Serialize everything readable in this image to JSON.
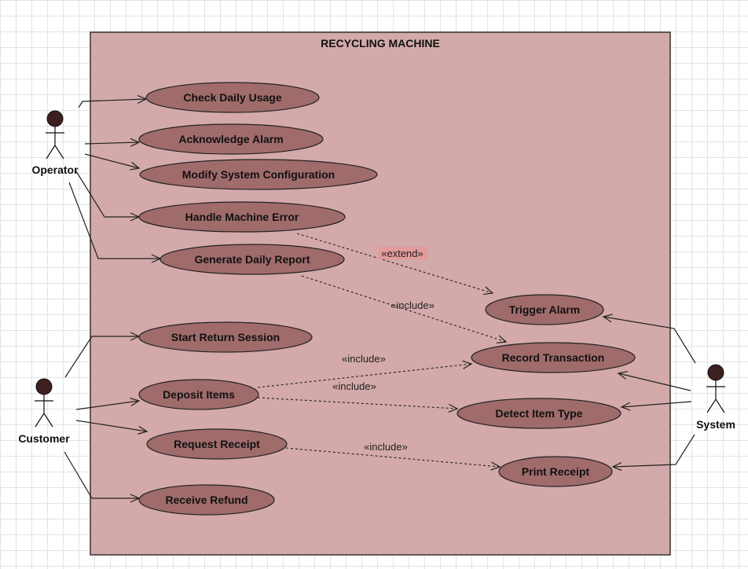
{
  "system": {
    "title": "RECYCLING MACHINE"
  },
  "colors": {
    "boundary_fill": "#d4a9a9",
    "boundary_stroke": "#333333",
    "usecase_fill": "#a06b6b",
    "actor_head": "#3d1f1f",
    "extend_highlight": "#e39b9b"
  },
  "actors": {
    "operator": "Operator",
    "customer": "Customer",
    "system": "System"
  },
  "use_cases": {
    "check_daily_usage": "Check Daily Usage",
    "acknowledge_alarm": "Acknowledge Alarm",
    "modify_system_configuration": "Modify System Configuration",
    "handle_machine_error": "Handle Machine Error",
    "generate_daily_report": "Generate Daily Report",
    "start_return_session": "Start Return Session",
    "deposit_items": "Deposit Items",
    "request_receipt": "Request Receipt",
    "receive_refund": "Receive Refund",
    "trigger_alarm": "Trigger Alarm",
    "record_transaction": "Record Transaction",
    "detect_item_type": "Detect Item Type",
    "print_receipt": "Print Receipt"
  },
  "relationships": {
    "extend_handle_error": "«extend»",
    "include_report": "«include»",
    "include_deposit_record": "«include»",
    "include_deposit_detect": "«include»",
    "include_receipt_print": "«include»"
  }
}
